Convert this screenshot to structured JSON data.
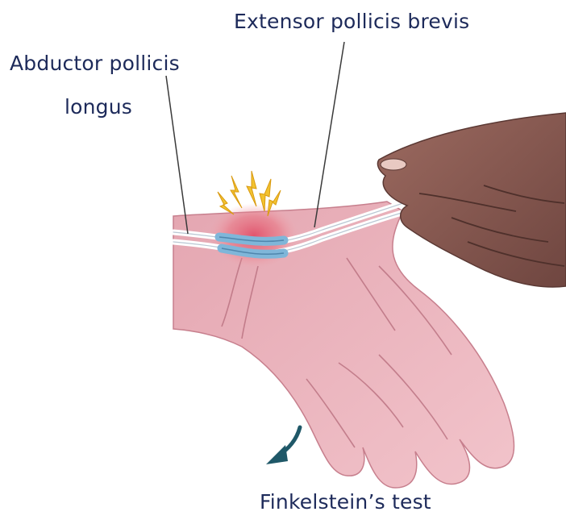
{
  "labels": {
    "extensor": "Extensor pollicis brevis",
    "abductor_line1": "Abductor pollicis",
    "abductor_line2": "longus",
    "test_name": "Finkelstein’s test"
  },
  "colors": {
    "label_text": "#1d2a5a",
    "skin": "#e8b1b9",
    "skin_shadow": "#c77f8d",
    "examiner_skin": "#8a5a52",
    "tendon": "#7fb6d9",
    "pain_spark": "#f2c230",
    "inflammation": "#e0506a",
    "arrow": "#1f5868"
  },
  "icons": [
    "pain-spark-icon",
    "rotation-arrow-icon"
  ]
}
